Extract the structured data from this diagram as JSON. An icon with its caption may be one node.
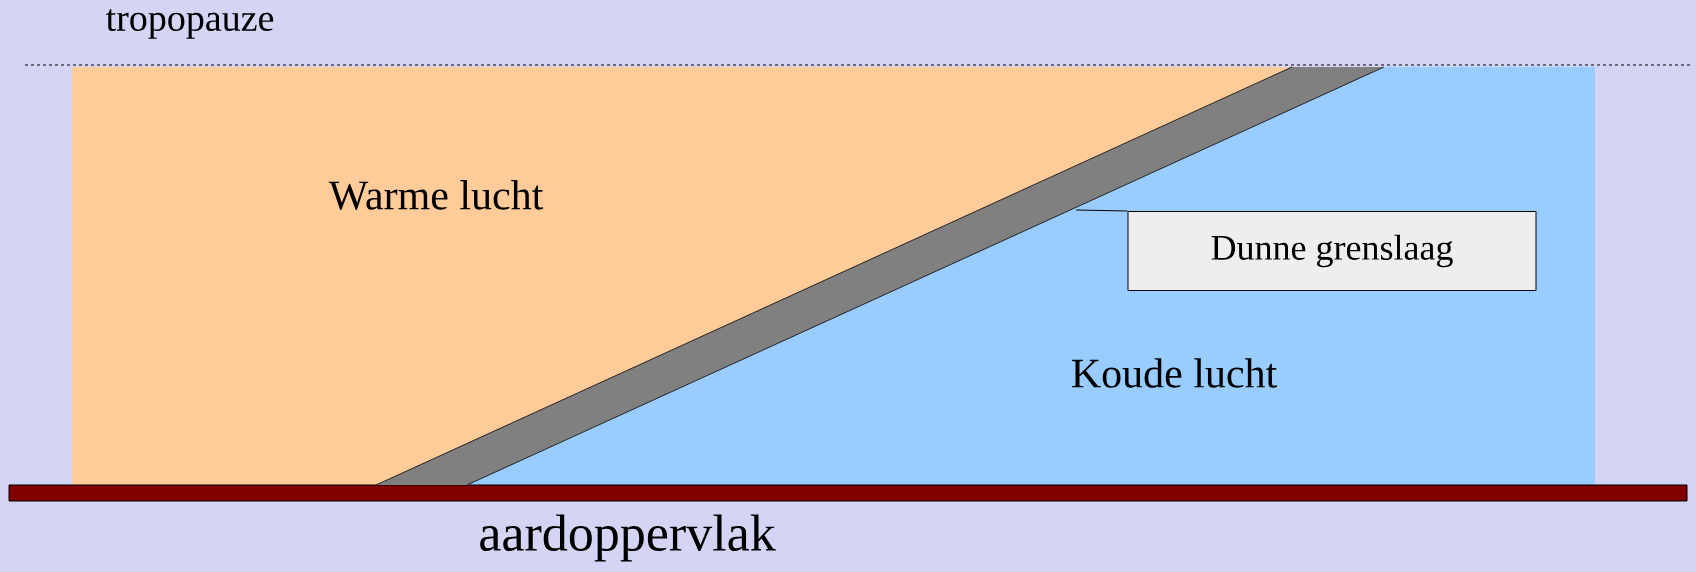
{
  "diagram": {
    "nodes": [
      {
        "text": [
          "Dunne grenslaag"
        ]
      },
      {
        "text": [],
        "shape": "bar"
      }
    ],
    "edges": [
      {
        "from": 0,
        "to": 1,
        "arrow": "none"
      }
    ],
    "labels": [
      "tropopauze",
      "Warme lucht",
      "Koude lucht",
      "aardoppervlak"
    ]
  }
}
